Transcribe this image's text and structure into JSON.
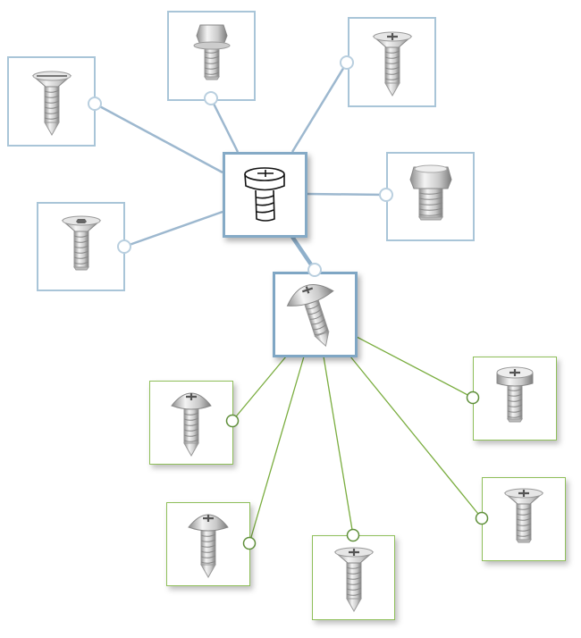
{
  "colors": {
    "primary_link": "#9db8cf",
    "secondary_link": "#7aad3f",
    "primary_border": "#85aac6",
    "secondary_border": "#8fbf5a"
  },
  "center": {
    "icon": "screw-sketch-icon"
  },
  "selected": {
    "icon": "phillips-pan-head-screw-icon",
    "head": "truss",
    "tip": "pointed",
    "drive": "phillips"
  },
  "primary_nodes": [
    {
      "icon": "slotted-countersunk-screw-icon",
      "head": "flat",
      "tip": "pointed",
      "drive": "slot"
    },
    {
      "icon": "hex-flange-screw-icon",
      "head": "hex",
      "tip": "blunt",
      "drive": "none"
    },
    {
      "icon": "phillips-countersunk-screw-icon",
      "head": "flat",
      "tip": "pointed",
      "drive": "phillips"
    },
    {
      "icon": "hex-bolt-icon",
      "head": "hexbig",
      "tip": "blunt",
      "drive": "none"
    },
    {
      "icon": "hex-socket-countersunk-screw-icon",
      "head": "flat",
      "tip": "blunt",
      "drive": "socket"
    }
  ],
  "secondary_nodes": [
    {
      "icon": "phillips-oval-head-screw-icon",
      "head": "round",
      "tip": "pointed",
      "drive": "phillips"
    },
    {
      "icon": "phillips-round-washer-screw-icon",
      "head": "dome",
      "tip": "pointed",
      "drive": "phillips"
    },
    {
      "icon": "phillips-flat-head-tapping-screw-icon",
      "head": "flat",
      "tip": "pointed",
      "drive": "phillips"
    },
    {
      "icon": "phillips-cheese-head-screw-icon",
      "head": "pan",
      "tip": "blunt",
      "drive": "phillips"
    },
    {
      "icon": "phillips-countersunk-machine-screw-icon",
      "head": "flat",
      "tip": "blunt",
      "drive": "phillips"
    }
  ]
}
